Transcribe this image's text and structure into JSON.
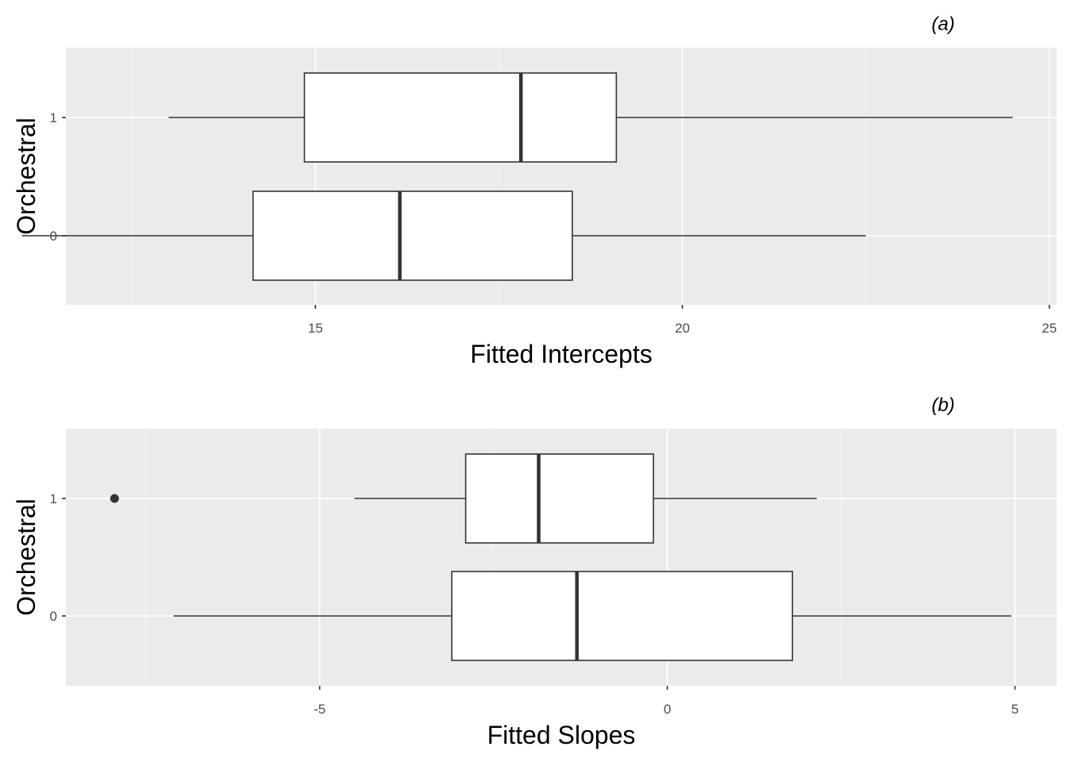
{
  "chart_data": [
    {
      "type": "boxplot",
      "orientation": "horizontal",
      "tag": "(a)",
      "xlabel": "Fitted Intercepts",
      "ylabel": "Orchestral",
      "xlim": [
        11.6,
        25.1
      ],
      "x_ticks": [
        15,
        20,
        25
      ],
      "y_categories": [
        "0",
        "1"
      ],
      "grid": true,
      "series": [
        {
          "category": "1",
          "whisker_low": 13.0,
          "q1": 14.85,
          "median": 17.8,
          "q3": 19.1,
          "whisker_high": 24.5,
          "outliers": []
        },
        {
          "category": "0",
          "whisker_low": 11.0,
          "q1": 14.15,
          "median": 16.15,
          "q3": 18.5,
          "whisker_high": 22.5,
          "outliers": []
        }
      ]
    },
    {
      "type": "boxplot",
      "orientation": "horizontal",
      "tag": "(b)",
      "xlabel": "Fitted Slopes",
      "ylabel": "Orchestral",
      "xlim": [
        -8.65,
        5.6
      ],
      "x_ticks": [
        -5,
        0,
        5
      ],
      "y_categories": [
        "0",
        "1"
      ],
      "grid": true,
      "series": [
        {
          "category": "1",
          "whisker_low": -4.5,
          "q1": -2.9,
          "median": -1.85,
          "q3": -0.2,
          "whisker_high": 2.15,
          "outliers": [
            -7.95
          ]
        },
        {
          "category": "0",
          "whisker_low": -7.1,
          "q1": -3.1,
          "median": -1.3,
          "q3": 1.8,
          "whisker_high": 4.95,
          "outliers": []
        }
      ]
    }
  ],
  "colors": {
    "panel_bg": "#ebebeb",
    "grid": "#ffffff",
    "box_fill": "#ffffff",
    "box_stroke": "#333333",
    "outlier": "#333333"
  }
}
